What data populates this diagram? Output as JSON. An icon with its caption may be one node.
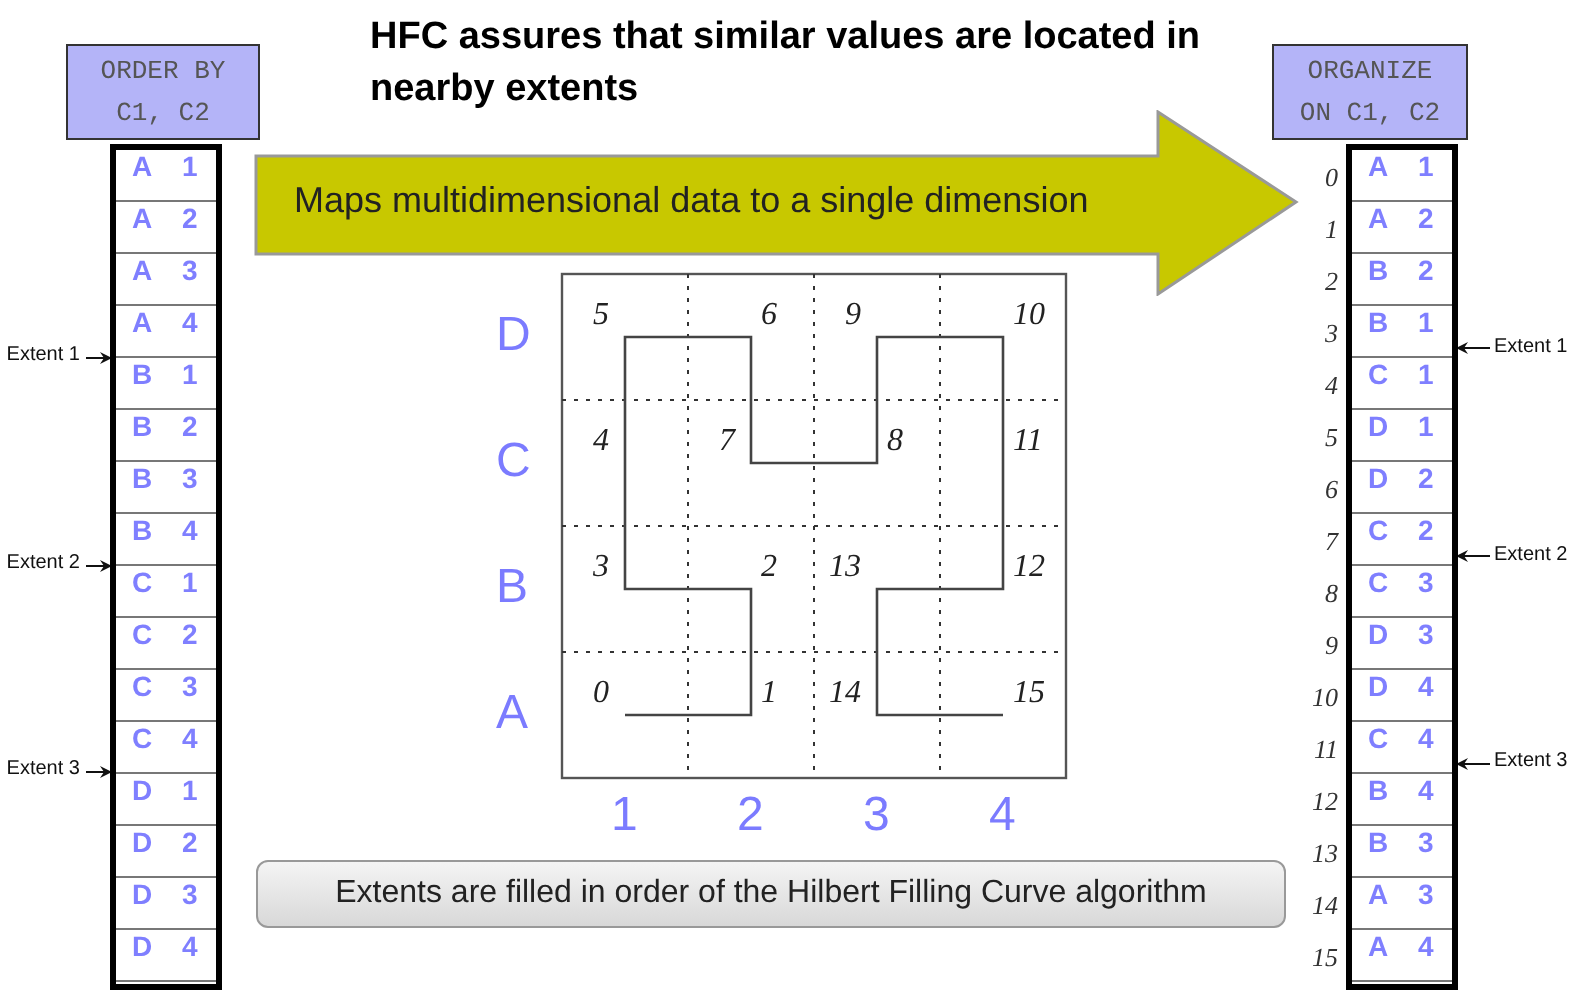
{
  "diagram": {
    "title": "HFC assures that similar values are located in nearby extents",
    "nodes": [
      {
        "text": [
          "ORDER BY C1, C2"
        ]
      },
      {
        "text": [
          "ORGANIZE ON C1, C2"
        ]
      },
      {
        "text": [
          "Maps multidimensional data to a single dimension"
        ]
      },
      {
        "text": [
          "Extents are filled in order of the Hilbert Filling Curve algorithm"
        ]
      },
      {
        "text": [
          "Extent 1"
        ]
      },
      {
        "text": [
          "Extent 2"
        ]
      },
      {
        "text": [
          "Extent 3"
        ]
      },
      {
        "text": [
          "Extent 1"
        ]
      },
      {
        "text": [
          "Extent 2"
        ]
      },
      {
        "text": [
          "Extent 3"
        ]
      },
      {
        "text": [],
        "shape": "box"
      },
      {
        "text": [],
        "shape": "box"
      }
    ],
    "edges": [
      {
        "from": 4,
        "to": 10,
        "arrow": "to"
      },
      {
        "from": 5,
        "to": 10,
        "arrow": "to"
      },
      {
        "from": 6,
        "to": 10,
        "arrow": "to"
      },
      {
        "from": 7,
        "to": 11,
        "arrow": "to"
      },
      {
        "from": 8,
        "to": 11,
        "arrow": "to"
      },
      {
        "from": 9,
        "to": 11,
        "arrow": "to"
      }
    ],
    "labels": [
      "A",
      "1",
      "A",
      "2",
      "A",
      "3",
      "A",
      "4",
      "B",
      "1",
      "B",
      "2",
      "B",
      "3",
      "B",
      "4",
      "C",
      "1",
      "C",
      "2",
      "C",
      "3",
      "C",
      "4",
      "D",
      "1",
      "D",
      "2",
      "D",
      "3",
      "D",
      "4",
      "0",
      "A",
      "1",
      "1",
      "A",
      "2",
      "2",
      "B",
      "2",
      "3",
      "B",
      "1",
      "4",
      "C",
      "1",
      "5",
      "D",
      "1",
      "6",
      "D",
      "2",
      "7",
      "C",
      "2",
      "8",
      "C",
      "3",
      "9",
      "D",
      "3",
      "10",
      "D",
      "4",
      "11",
      "C",
      "4",
      "12",
      "B",
      "4",
      "13",
      "B",
      "3",
      "14",
      "A",
      "3",
      "15",
      "A",
      "4",
      "D",
      "C",
      "B",
      "A",
      "5",
      "6",
      "9",
      "10",
      "4",
      "7",
      "8",
      "11",
      "3",
      "2",
      "13",
      "12",
      "0",
      "1",
      "14",
      "15",
      "1",
      "2",
      "3",
      "4"
    ]
  }
}
